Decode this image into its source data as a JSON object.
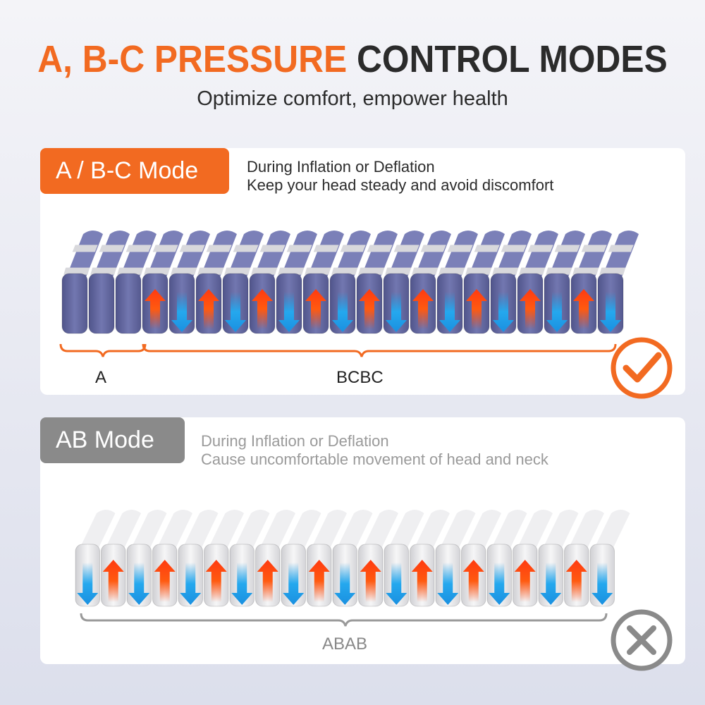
{
  "title": {
    "highlight": "A, B-C PRESSURE",
    "rest": "CONTROL MODES"
  },
  "subtitle": "Optimize comfort, empower health",
  "good_mode": {
    "tab": "A / B-C Mode",
    "line1": "During Inflation or Deflation",
    "line2": "Keep your head steady and avoid discomfort",
    "label_a": "A",
    "label_bc": "BCBC",
    "icon": "check-icon",
    "cells": [
      "none",
      "none",
      "none",
      "up",
      "down",
      "up",
      "down",
      "up",
      "down",
      "up",
      "down",
      "up",
      "down",
      "up",
      "down",
      "up",
      "down",
      "up",
      "down",
      "up",
      "down"
    ]
  },
  "bad_mode": {
    "tab": "AB Mode",
    "line1": "During Inflation or Deflation",
    "line2": "Cause uncomfortable movement of head and neck",
    "label": "ABAB",
    "icon": "x-icon",
    "cells": [
      "down",
      "up",
      "down",
      "up",
      "down",
      "up",
      "down",
      "up",
      "down",
      "up",
      "down",
      "up",
      "down",
      "up",
      "down",
      "up",
      "down",
      "up",
      "down",
      "up",
      "down"
    ]
  },
  "colors": {
    "orange": "#f26a21",
    "gray_tab": "#8a8a8a",
    "cell_blue": "#6b70a8",
    "cell_white": "#e6e6e8",
    "arrow_up": "#ff4a10",
    "arrow_down": "#1a9ee8"
  }
}
